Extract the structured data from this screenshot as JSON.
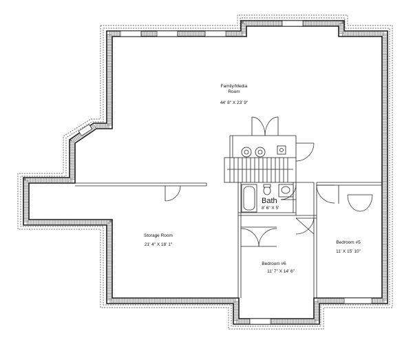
{
  "rooms": {
    "family": {
      "name_line1": "Family/Media",
      "name_line2": "Room",
      "dims": "44' 8\" X 23' 9\""
    },
    "storage": {
      "name": "Storage Room",
      "dims": "21' 4\" X 18' 1\""
    },
    "bedroom5": {
      "name": "Bedroom #5",
      "dims": "11' X 15' 10\""
    },
    "bedroom6": {
      "name": "Bedroom #6",
      "dims": "11' 7\" X 14' 6\""
    },
    "bath": {
      "name": "Bath",
      "dims": "8' 6\" X 5'"
    }
  }
}
